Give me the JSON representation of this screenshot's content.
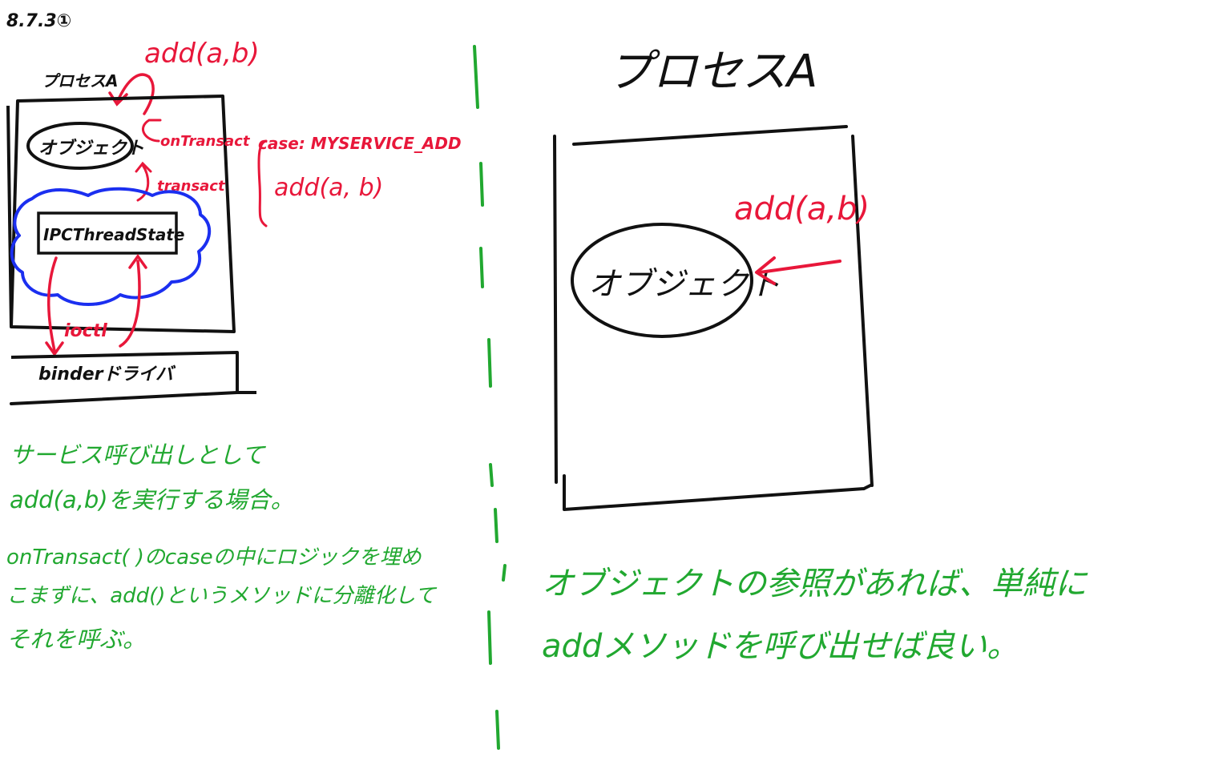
{
  "date": "8.7.3①",
  "colors": {
    "ink": "#111111",
    "red": "#e8173a",
    "blue": "#1b2ff0",
    "green": "#21a830"
  },
  "left": {
    "process_label": "プロセスA",
    "call_label": "add(a,b)",
    "object_label": "オブジェクト",
    "ontransact_label": "onTransact",
    "case_label": "case: MYSERVICE_ADD",
    "case_call": "add(a, b)",
    "transact_label": "transact",
    "ipc_label": "IPCThreadState",
    "ioctl_label": "ioctl",
    "driver_label": "binderドライバ",
    "note_lines": [
      "サービス呼び出しとして",
      "add(a,b)を実行する場合。",
      "onTransact( )のcaseの中にロジックを埋め",
      "こまずに、add()というメソッドに分離化して",
      "それを呼ぶ。"
    ]
  },
  "right": {
    "process_label": "プロセスA",
    "call_label": "add(a,b)",
    "object_label": "オブジェクト",
    "note_lines": [
      "オブジェクトの参照があれば、単純に",
      "addメソッドを呼び出せば良い。"
    ]
  }
}
